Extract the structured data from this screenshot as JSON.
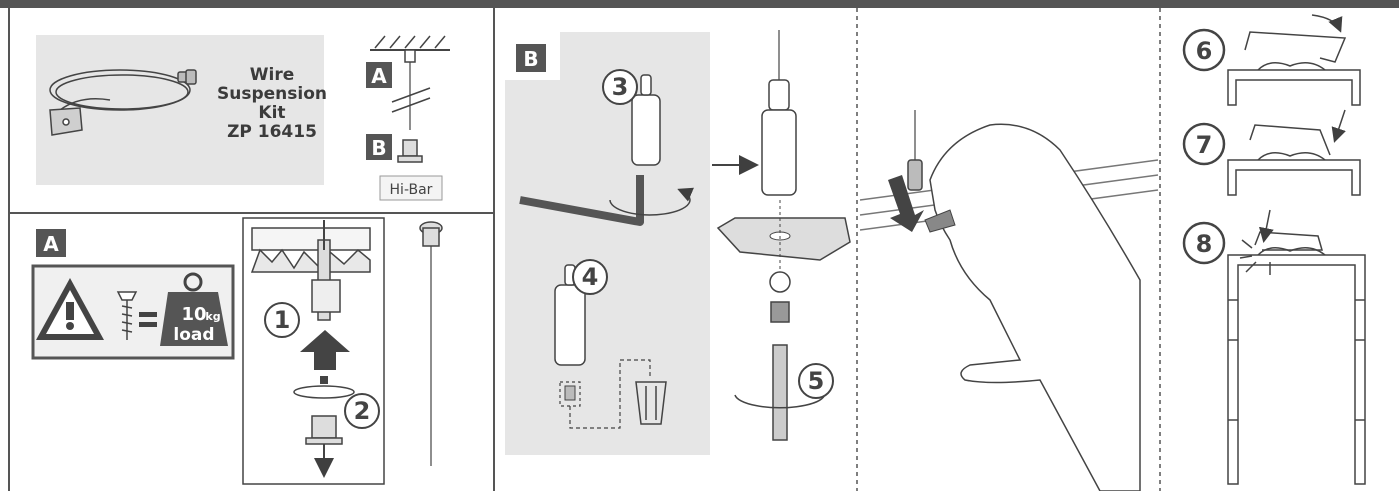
{
  "kit": {
    "line1": "Wire",
    "line2": "Suspension",
    "line3": "Kit",
    "line4": "ZP 16415"
  },
  "badges": {
    "a": "A",
    "b": "B"
  },
  "hibar_label": "Hi-Bar",
  "load": {
    "amount": "10",
    "unit": "kg",
    "word": "load"
  },
  "steps": [
    "1",
    "2",
    "3",
    "4",
    "5",
    "6",
    "7",
    "8"
  ],
  "colors": {
    "frame": "#555555",
    "panel_bg": "#e6e6e6",
    "ink": "#444444",
    "arrow": "#3f3f3f"
  }
}
